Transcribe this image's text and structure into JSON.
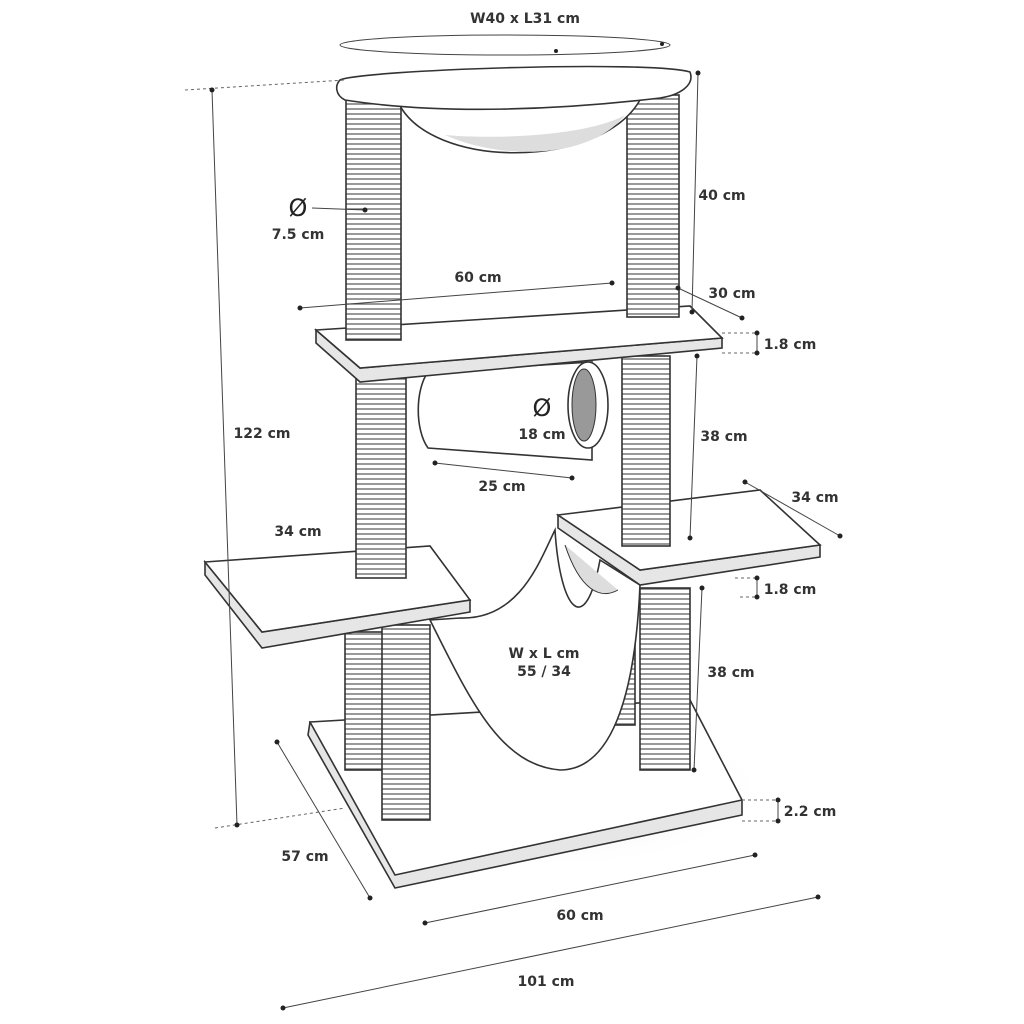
{
  "title": "Cat tree dimensions",
  "labels": {
    "hammock_top": "W40 x L31 cm",
    "height_total": "122 cm",
    "post_top_height": "40 cm",
    "platform_depth_top": "30 cm",
    "platform_width_top": "60 cm",
    "post_diameter_symbol": "Ø",
    "post_diameter": "7.5 cm",
    "platform_thickness_top": "1.8 cm",
    "post_mid_height": "38 cm",
    "tunnel_diameter_symbol": "Ø",
    "tunnel_diameter": "18 cm",
    "tunnel_length": "25 cm",
    "right_platform_depth": "34 cm",
    "left_platform_width": "34 cm",
    "platform_thickness_right": "1.8 cm",
    "hammock_size_title": "W x L cm",
    "hammock_size": "55 / 34",
    "post_low_height": "38 cm",
    "base_thickness": "2.2 cm",
    "base_depth": "57 cm",
    "base_width": "60 cm",
    "total_width": "101 cm"
  }
}
